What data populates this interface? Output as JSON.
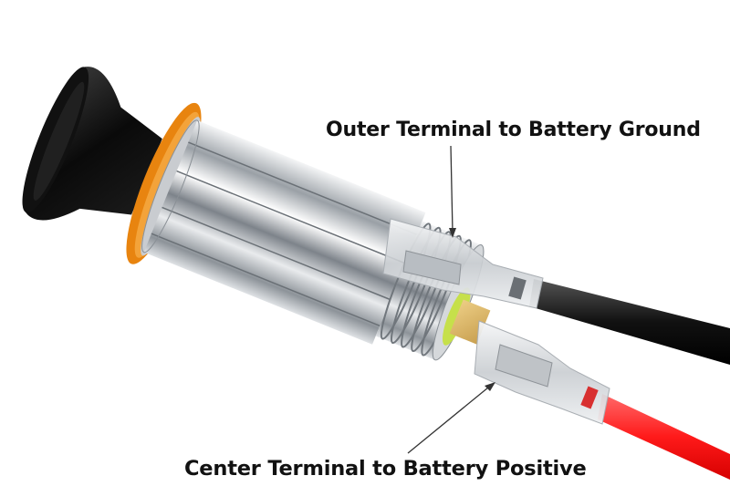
{
  "diagram": {
    "subject": "12V cigarette lighter socket with wired terminals",
    "callouts": [
      {
        "id": "outer",
        "label": "Outer Terminal to Battery Ground",
        "wire_color": "#111111"
      },
      {
        "id": "center",
        "label": "Center Terminal to Battery Positive",
        "wire_color": "#ff1a1a"
      }
    ],
    "colors": {
      "background": "#ffffff",
      "knob": "#0d0d0d",
      "bezel_ring": "#e8840f",
      "metal_body": "#c8ccd0",
      "center_terminal": "#d9b56a",
      "insulator_ring": "#c6e04a",
      "ground_wire": "#111111",
      "positive_wire": "#ff1a1a",
      "leader_line": "#333333"
    }
  }
}
